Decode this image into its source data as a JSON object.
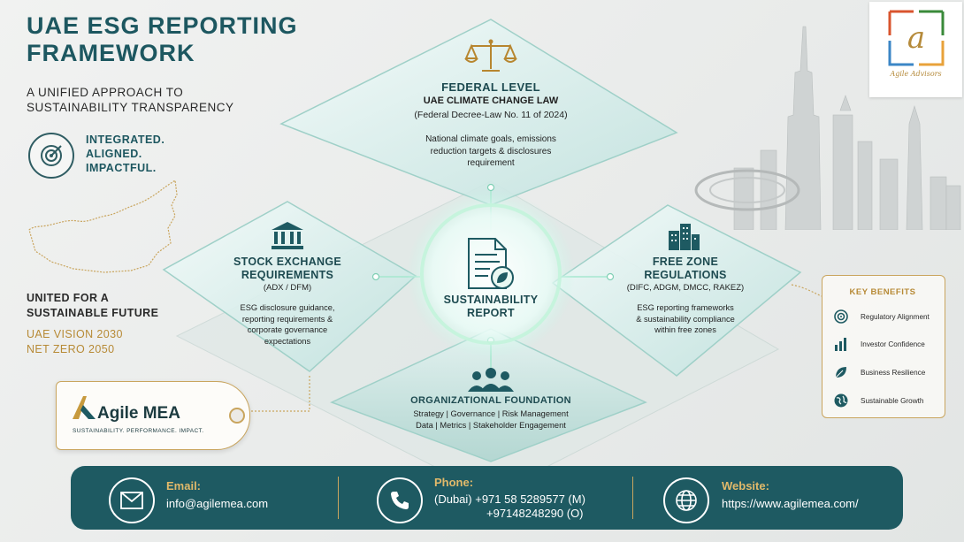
{
  "header": {
    "title_line1": "UAE ESG REPORTING",
    "title_line2": "FRAMEWORK",
    "subtitle": "A UNIFIED APPROACH TO SUSTAINABILITY TRANSPARENCY",
    "tagline": [
      "INTEGRATED.",
      "ALIGNED.",
      "IMPACTFUL."
    ]
  },
  "left_panel": {
    "united": "UNITED FOR A SUSTAINABLE FUTURE",
    "vision_line1": "UAE VISION 2030",
    "vision_line2": "NET ZERO 2050"
  },
  "brand_card": {
    "name": "Agile MEA",
    "slogan": "SUSTAINABILITY. PERFORMANCE. IMPACT."
  },
  "corner_logo": {
    "letter": "a",
    "name": "Agile Advisors"
  },
  "pillars": {
    "federal": {
      "title": "FEDERAL LEVEL",
      "subtitle": "UAE CLIMATE CHANGE LAW",
      "ref": "(Federal Decree-Law No. 11 of 2024)",
      "desc_line1": "National climate goals, emissions",
      "desc_line2": "reduction targets & disclosures",
      "desc_line3": "requirement"
    },
    "stock": {
      "title_line1": "STOCK EXCHANGE",
      "title_line2": "REQUIREMENTS",
      "sub": "(ADX / DFM)",
      "desc_line1": "ESG disclosure guidance,",
      "desc_line2": "reporting requirements &",
      "desc_line3": "corporate governance",
      "desc_line4": "expectations"
    },
    "freezone": {
      "title_line1": "FREE ZONE",
      "title_line2": "REGULATIONS",
      "sub": "(DIFC, ADGM, DMCC, RAKEZ)",
      "desc_line1": "ESG reporting frameworks",
      "desc_line2": "& sustainability compliance",
      "desc_line3": "within free zones"
    },
    "org": {
      "title": "ORGANIZATIONAL FOUNDATION",
      "desc_line1": "Strategy | Governance | Risk Management",
      "desc_line2": "Data | Metrics | Stakeholder Engagement"
    },
    "center": {
      "title_line1": "SUSTAINABILITY",
      "title_line2": "REPORT"
    }
  },
  "key_benefits": {
    "title": "KEY BENEFITS",
    "items": [
      {
        "label": "Regulatory Alignment",
        "icon": "target-icon"
      },
      {
        "label": "Investor Confidence",
        "icon": "bar-chart-icon"
      },
      {
        "label": "Business Resilience",
        "icon": "leaf-icon"
      },
      {
        "label": "Sustainable Growth",
        "icon": "globe-icon"
      }
    ]
  },
  "footer": {
    "email_label": "Email:",
    "email_value": "info@agilemea.com",
    "phone_label": "Phone:",
    "phone_line1": "(Dubai) +971 58 5289577 (M)",
    "phone_line2": "+97148248290 (O)",
    "website_label": "Website:",
    "website_value": "https://www.agilemea.com/"
  },
  "colors": {
    "teal": "#1e5a62",
    "gold": "#c9a55e",
    "dark_title": "#1d5760"
  }
}
